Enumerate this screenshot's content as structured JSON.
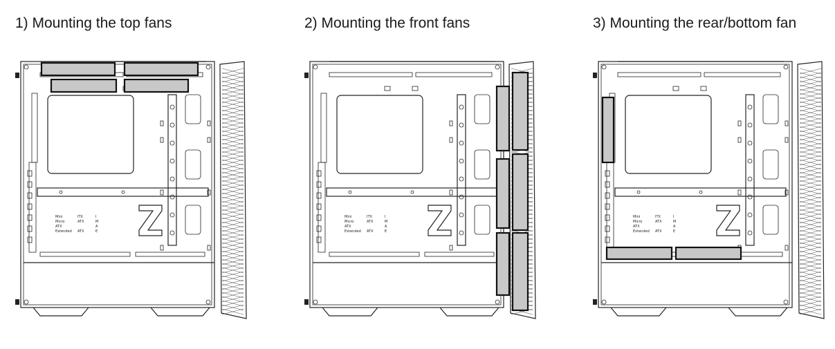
{
  "panels": [
    {
      "title": "1) Mounting the top fans",
      "highlight": "top",
      "board_labels": [
        [
          "Mini",
          "ITX",
          "I"
        ],
        [
          "Micro",
          "ATX",
          "M"
        ],
        [
          "ATX",
          "",
          "A"
        ],
        [
          "Extended",
          "ATX",
          "E"
        ]
      ]
    },
    {
      "title": "2) Mounting the front fans",
      "highlight": "front",
      "board_labels": [
        [
          "Mini",
          "ITX",
          "I"
        ],
        [
          "Micro",
          "ATX",
          "M"
        ],
        [
          "ATX",
          "",
          "A"
        ],
        [
          "Extended",
          "ATX",
          "E"
        ]
      ]
    },
    {
      "title": "3) Mounting the rear/bottom fan",
      "highlight": "rear-bottom",
      "board_labels": [
        [
          "Mini",
          "ITX",
          "I"
        ],
        [
          "Micro",
          "ATX",
          "M"
        ],
        [
          "ATX",
          "",
          "A"
        ],
        [
          "Extended",
          "ATX",
          "E"
        ]
      ]
    }
  ],
  "colors": {
    "line": "#222222",
    "highlight_fill": "#c8c8c8",
    "highlight_stroke": "#111111"
  }
}
